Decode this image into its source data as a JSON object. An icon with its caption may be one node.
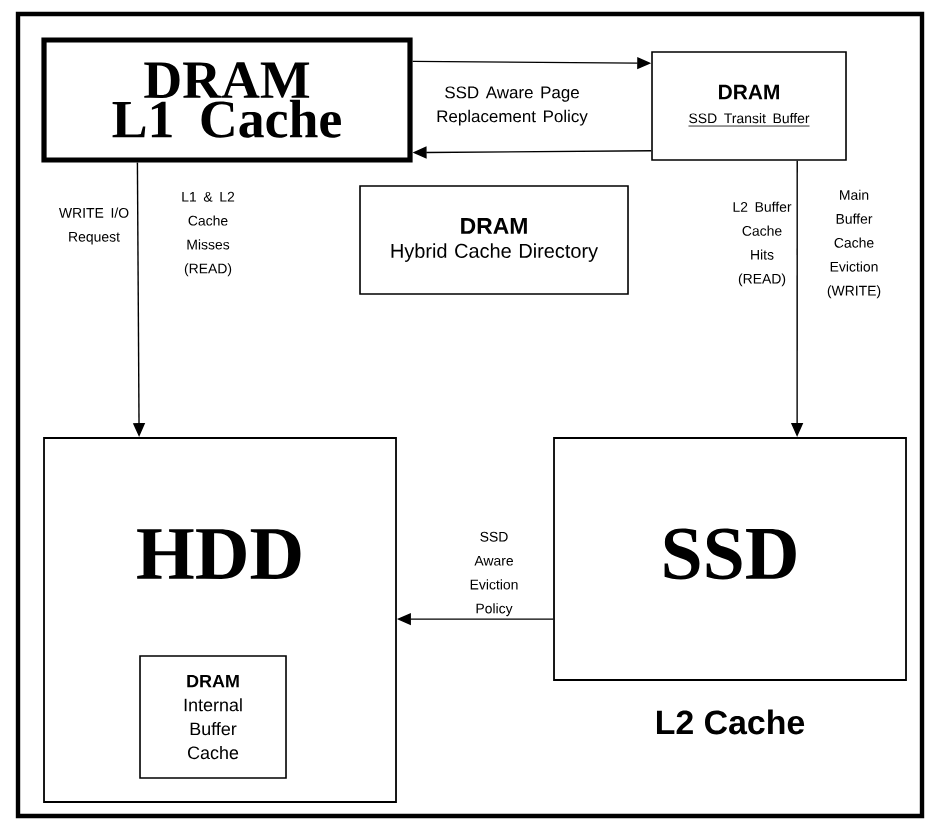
{
  "diagram": {
    "nodes": [
      {
        "text": [
          "DRAM",
          "L1 Cache"
        ]
      },
      {
        "text": [
          "DRAM",
          "SSD Transit Buffer"
        ]
      },
      {
        "text": [
          "DRAM",
          "Hybrid Cache Directory"
        ]
      },
      {
        "text": [
          "HDD"
        ]
      },
      {
        "text": [
          "DRAM",
          "Internal Buffer Cache"
        ],
        "in": 3
      },
      {
        "text": [
          "SSD"
        ],
        "beside": [
          "L2 Cache"
        ]
      }
    ],
    "edges": [
      {
        "from": 0,
        "to": 1,
        "arrow": "to"
      },
      {
        "from": 1,
        "to": 0,
        "arrow": "to"
      },
      {
        "from": 0,
        "to": 3,
        "arrow": "to"
      },
      {
        "from": 1,
        "to": 5,
        "arrow": "to"
      },
      {
        "from": 5,
        "to": 3,
        "arrow": "to",
        "label": "SSD Aware Eviction Policy"
      }
    ],
    "labels": [
      "SSD Aware Page Replacement Policy",
      "WRITE I/O Request",
      "L1 & L2 Cache Misses (READ)",
      "L2 Buffer Cache Hits (READ)",
      "Main Buffer Cache Eviction (WRITE)"
    ]
  }
}
